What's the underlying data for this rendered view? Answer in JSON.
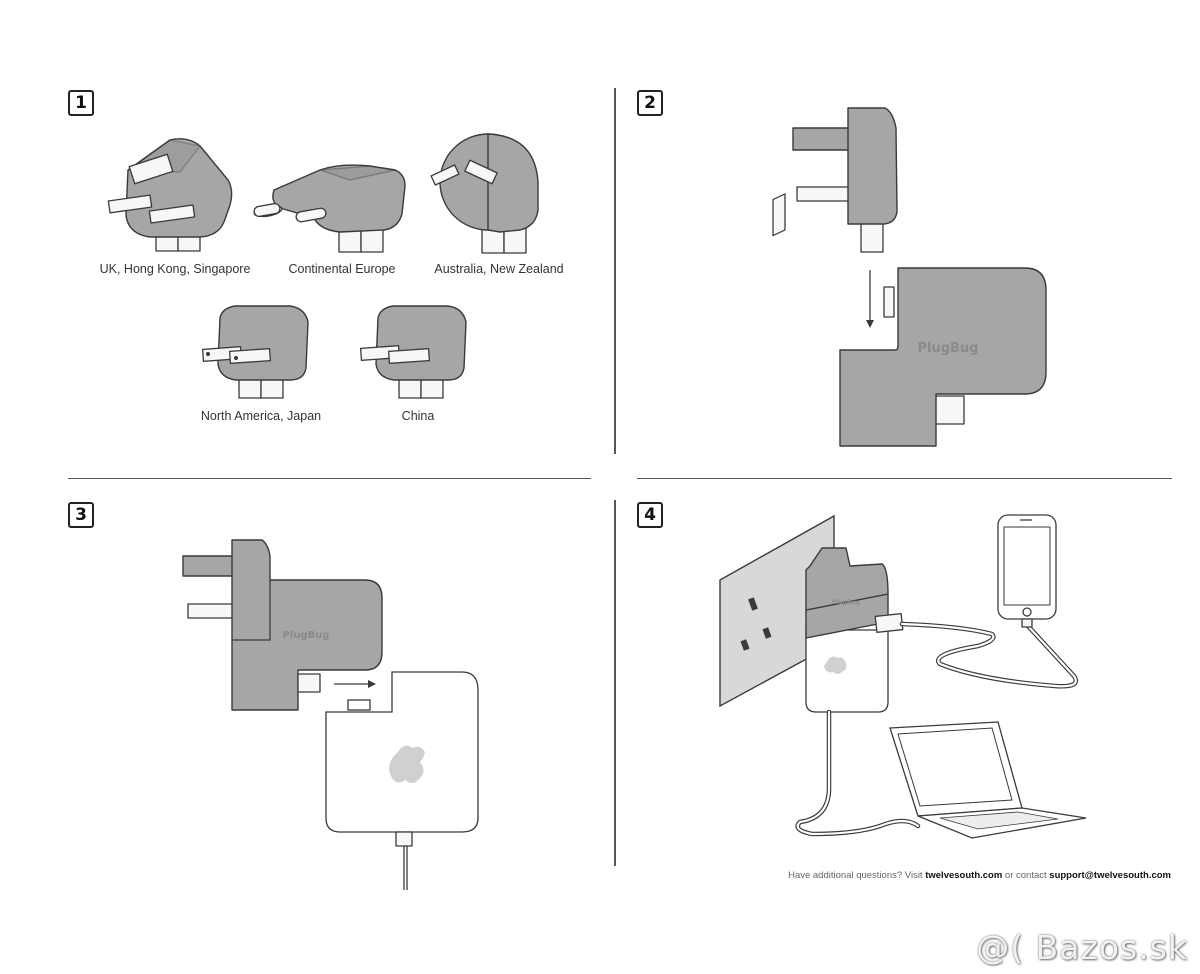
{
  "steps": [
    {
      "number": "1"
    },
    {
      "number": "2"
    },
    {
      "number": "3"
    },
    {
      "number": "4"
    }
  ],
  "step1": {
    "adapters": [
      {
        "label": "UK, Hong Kong, Singapore"
      },
      {
        "label": "Continental Europe"
      },
      {
        "label": "Australia, New Zealand"
      },
      {
        "label": "North America, Japan"
      },
      {
        "label": "China"
      }
    ]
  },
  "brand_label": "PlugBug",
  "footer": {
    "prefix": "Have additional questions? Visit ",
    "site": "twelvesouth.com",
    "middle": " or contact ",
    "email": "support@twelvesouth.com"
  },
  "watermark": "@( Bazos.sk",
  "colors": {
    "adapter_gray": "#a6a6a6",
    "prong_white": "#f7f7f7",
    "outline": "#3a3a3a",
    "divider": "#555555"
  }
}
